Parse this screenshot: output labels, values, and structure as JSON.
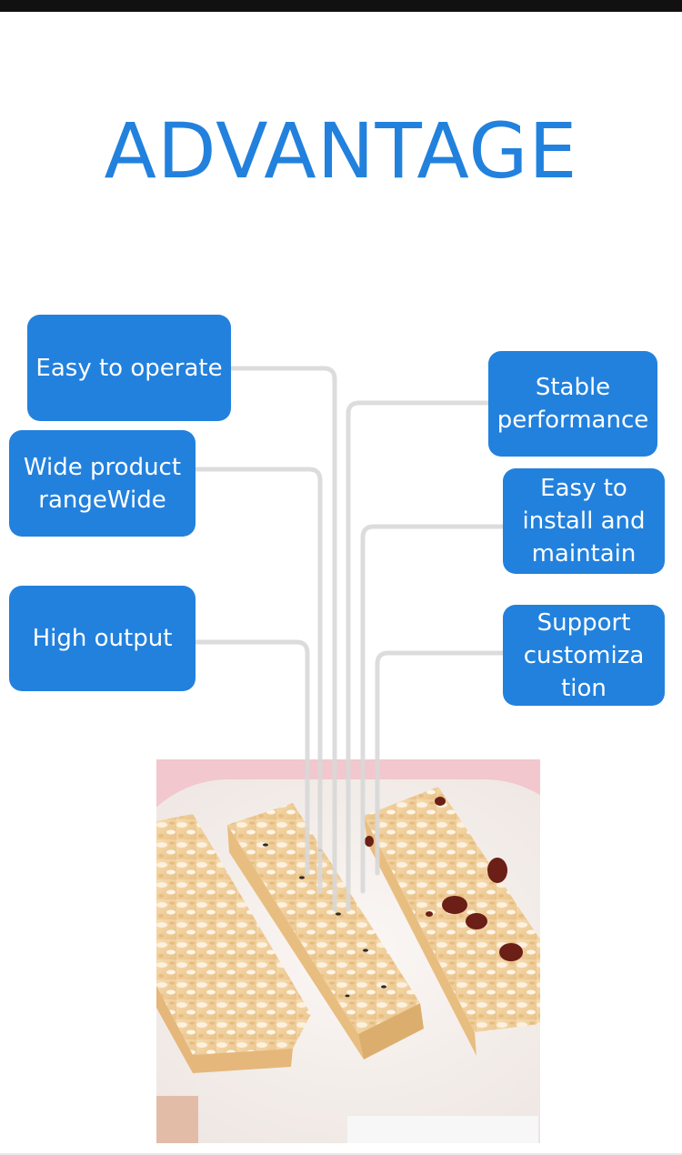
{
  "title": "ADVANTAGE",
  "features": {
    "easy_operate": "Easy to operate",
    "wide_range": "Wide product rangeWide",
    "high_output": "High output",
    "stable": "Stable performance",
    "install": "Easy to install and maintain",
    "custom": "Support customiza tion"
  },
  "product_image": {
    "subject": "cereal bars with raisins and sesame on a white plate"
  },
  "colors": {
    "accent": "#2281dd",
    "title": "#2281dd",
    "connector": "#d9d9d9",
    "background": "#ffffff"
  }
}
